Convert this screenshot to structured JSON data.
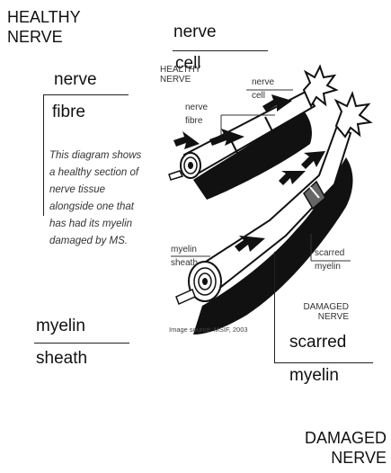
{
  "outer_labels": {
    "healthy_nerve_1": "HEALTHY",
    "healthy_nerve_2": "NERVE",
    "nerve_cell_1": "nerve",
    "nerve_cell_2": "cell",
    "nerve_fibre_1": "nerve",
    "nerve_fibre_2": "fibre",
    "myelin_sheath_1": "myelin",
    "myelin_sheath_2": "sheath",
    "scarred_myelin_1": "scarred",
    "scarred_myelin_2": "myelin",
    "damaged_nerve_1": "DAMAGED",
    "damaged_nerve_2": "NERVE"
  },
  "caption": "This diagram shows a healthy section of nerve tissue alongside one that has had its myelin damaged by MS.",
  "inner_labels": {
    "healthy_nerve_1": "HEALTHY",
    "healthy_nerve_2": "NERVE",
    "nerve_cell_1": "nerve",
    "nerve_cell_2": "cell",
    "nerve_fibre_1": "nerve",
    "nerve_fibre_2": "fibre",
    "myelin_sheath_1": "myelin",
    "myelin_sheath_2": "sheath",
    "scarred_myelin_1": "scarred",
    "scarred_myelin_2": "myelin",
    "damaged_nerve_1": "DAMAGED",
    "damaged_nerve_2": "NERVE",
    "source": "Image source: MSIF, 2003"
  }
}
